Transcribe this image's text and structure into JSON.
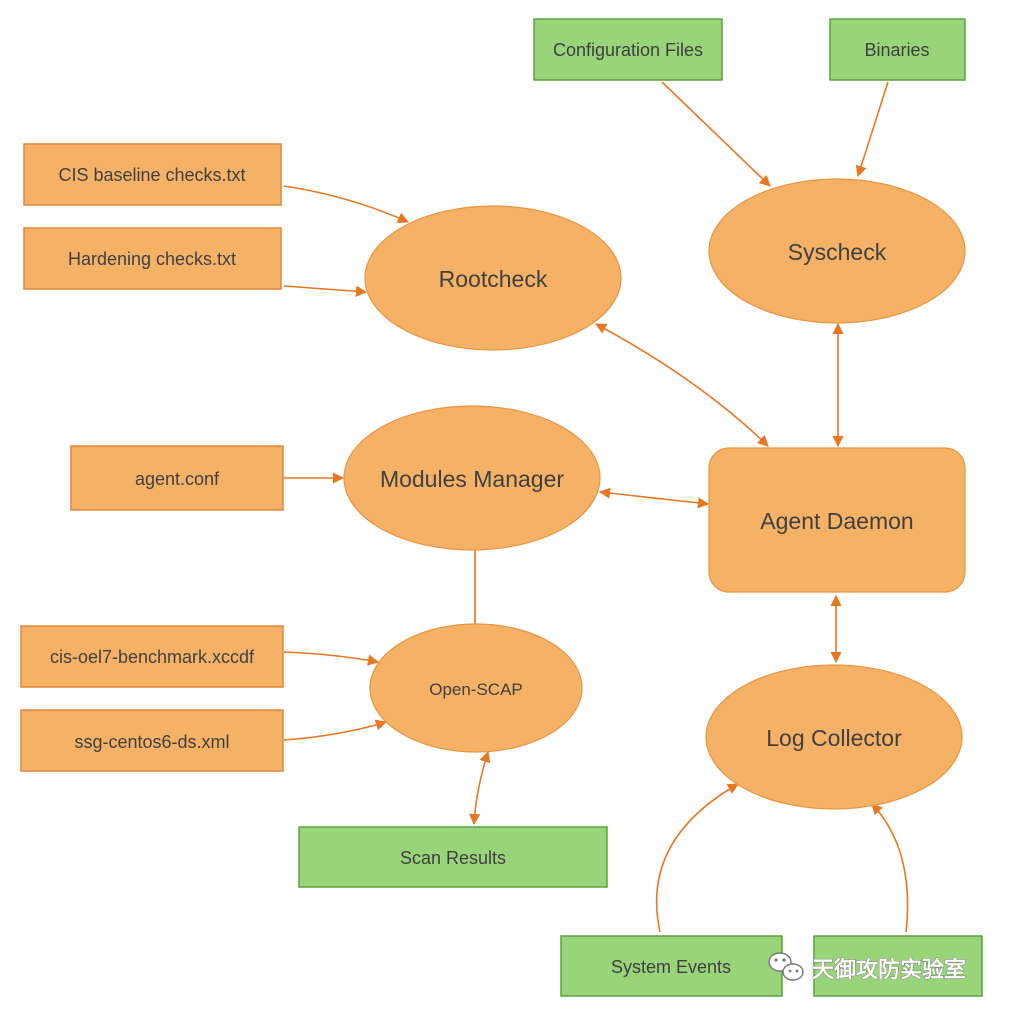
{
  "inputs": {
    "cis_baseline": "CIS baseline checks.txt",
    "hardening": "Hardening checks.txt",
    "agent_conf": "agent.conf",
    "cis_oel7": "cis-oel7-benchmark.xccdf",
    "ssg_centos6": "ssg-centos6-ds.xml"
  },
  "external": {
    "config_files": "Configuration Files",
    "binaries": "Binaries",
    "scan_results": "Scan Results",
    "system_events": "System Events"
  },
  "nodes": {
    "rootcheck": "Rootcheck",
    "syscheck": "Syscheck",
    "modules_manager": "Modules Manager",
    "agent_daemon": "Agent Daemon",
    "open_scap": "Open-SCAP",
    "log_collector": "Log Collector"
  },
  "watermark": "天御攻防实验室",
  "colors": {
    "orange_fill": "#f5b266",
    "green_fill": "#99d47a",
    "arrow": "#e87722"
  }
}
